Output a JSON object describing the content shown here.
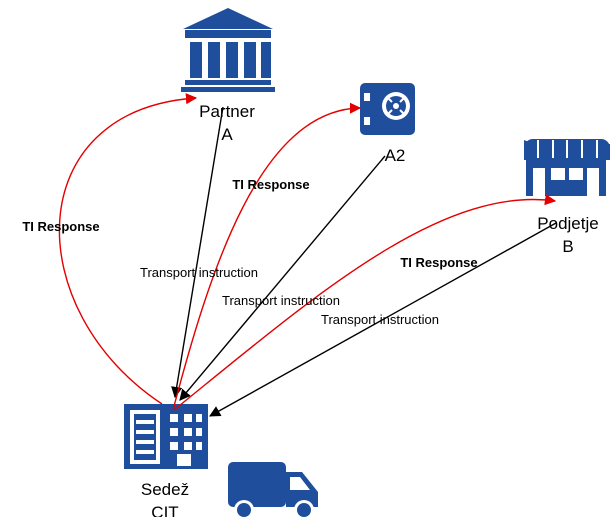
{
  "colors": {
    "icon": "#1f4e9c",
    "instruction_line": "#000000",
    "response_line": "#e30000",
    "text": "#000000"
  },
  "nodes": {
    "partner_a": {
      "icon": "bank-icon",
      "line1": "Partner",
      "line2": "A"
    },
    "a2": {
      "icon": "vault-icon",
      "line1": "A2"
    },
    "podjetje_b": {
      "icon": "store-icon",
      "line1": "Podjetje",
      "line2": "B"
    },
    "sedez_cit": {
      "icon": "office-building-icon",
      "line1": "Sedež",
      "line2": "CIT"
    },
    "van": {
      "icon": "delivery-van-icon"
    }
  },
  "edges": {
    "instruction_partner": "Transport instruction",
    "instruction_a2": "Transport instruction",
    "instruction_podjetje": "Transport instruction",
    "response_partner": "TI Response",
    "response_a2": "TI Response",
    "response_podjetje": "TI Response"
  }
}
